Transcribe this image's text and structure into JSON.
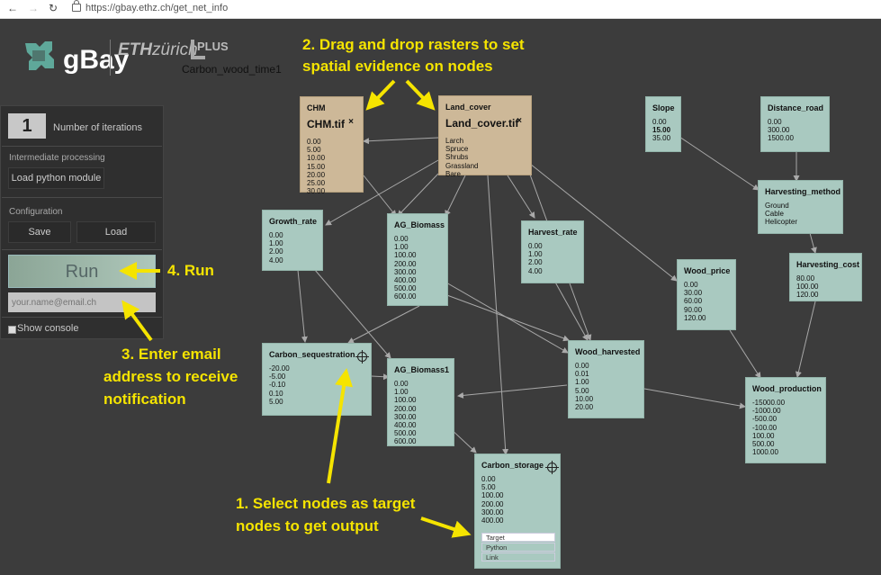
{
  "browser": {
    "back": "←",
    "forward": "→",
    "reload": "↻",
    "url": "https://gbay.ethz.ch/get_net_info"
  },
  "header": {
    "logo_text": "gBay",
    "eth_a": "ETH",
    "eth_b": "zürich",
    "plus": "PLUS",
    "project": "Carbon_wood_time1"
  },
  "sidebar": {
    "iterations_value": "1",
    "iterations_label": "Number of iterations",
    "intermediate_label": "Intermediate processing",
    "load_python": "Load python module",
    "config_label": "Configuration",
    "save": "Save",
    "load": "Load",
    "run": "Run",
    "email_placeholder": "your.name@email.ch",
    "show_console": "Show console"
  },
  "nodes": {
    "chm": {
      "title": "CHM",
      "file": "CHM.tif",
      "remove": "×",
      "states": [
        "0.00",
        "5.00",
        "10.00",
        "15.00",
        "20.00",
        "25.00",
        "30.00"
      ]
    },
    "land_cover": {
      "title": "Land_cover",
      "file": "Land_cover.tif",
      "remove": "×",
      "states": [
        "Larch",
        "Spruce",
        "Shrubs",
        "Grassland",
        "Bare"
      ]
    },
    "slope": {
      "title": "Slope",
      "states": [
        "0.00",
        "15.00",
        "35.00"
      ],
      "bold_state": 1
    },
    "distance_road": {
      "title": "Distance_road",
      "states": [
        "0.00",
        "300.00",
        "1500.00"
      ]
    },
    "harvesting_method": {
      "title": "Harvesting_method",
      "states": [
        "Ground",
        "Cable",
        "Helicopter"
      ]
    },
    "growth_rate": {
      "title": "Growth_rate",
      "states": [
        "0.00",
        "1.00",
        "2.00",
        "4.00"
      ]
    },
    "ag_biomass": {
      "title": "AG_Biomass",
      "states": [
        "0.00",
        "1.00",
        "100.00",
        "200.00",
        "300.00",
        "400.00",
        "500.00",
        "600.00"
      ]
    },
    "harvest_rate": {
      "title": "Harvest_rate",
      "states": [
        "0.00",
        "1.00",
        "2.00",
        "4.00"
      ]
    },
    "wood_price": {
      "title": "Wood_price",
      "states": [
        "0.00",
        "30.00",
        "60.00",
        "90.00",
        "120.00"
      ]
    },
    "harvesting_cost": {
      "title": "Harvesting_cost",
      "states": [
        "80.00",
        "100.00",
        "120.00"
      ]
    },
    "carbon_sequestration": {
      "title": "Carbon_sequestration",
      "states": [
        "-20.00",
        "-5.00",
        "-0.10",
        "0.10",
        "5.00"
      ]
    },
    "ag_biomass1": {
      "title": "AG_Biomass1",
      "states": [
        "0.00",
        "1.00",
        "100.00",
        "200.00",
        "300.00",
        "400.00",
        "500.00",
        "600.00"
      ]
    },
    "wood_harvested": {
      "title": "Wood_harvested",
      "states": [
        "0.00",
        "0.01",
        "1.00",
        "5.00",
        "10.00",
        "20.00"
      ]
    },
    "wood_production": {
      "title": "Wood_production",
      "states": [
        "-15000.00",
        "-1000.00",
        "-500.00",
        "-100.00",
        "100.00",
        "500.00",
        "1000.00"
      ]
    },
    "carbon_storage": {
      "title": "Carbon_storage",
      "states": [
        "0.00",
        "5.00",
        "100.00",
        "200.00",
        "300.00",
        "400.00"
      ],
      "menu": [
        "Target",
        "Python",
        "Link"
      ]
    }
  },
  "annotations": {
    "a2_line1": "2. Drag and drop rasters to set",
    "a2_line2": "spatial evidence on nodes",
    "a4": "4. Run",
    "a3_line1": "3. Enter email",
    "a3_line2": "address to receive",
    "a3_line3": "notification",
    "a1_line1": "1. Select nodes as target",
    "a1_line2": "nodes to get output"
  },
  "colors": {
    "node": "#a9c9c0",
    "evidence_node": "#cdb898",
    "annotation": "#f5e400",
    "background": "#3c3c3c"
  }
}
